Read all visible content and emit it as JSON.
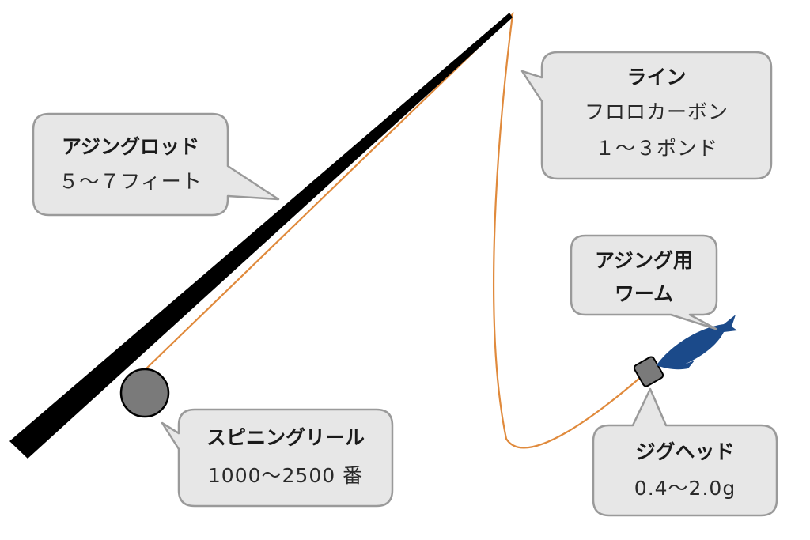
{
  "rod": {
    "title": "アジングロッド",
    "spec": "５～７フィート"
  },
  "line": {
    "title": "ライン",
    "spec1": "フロロカーボン",
    "spec2": "１～３ポンド",
    "color": "#e08a3c"
  },
  "worm": {
    "title1": "アジング用",
    "title2": "ワーム",
    "color": "#1b4a8a"
  },
  "reel": {
    "title": "スピニングリール",
    "spec": "1000～2500 番"
  },
  "jighead": {
    "title": "ジグヘッド",
    "spec": "0.4～2.0g"
  }
}
